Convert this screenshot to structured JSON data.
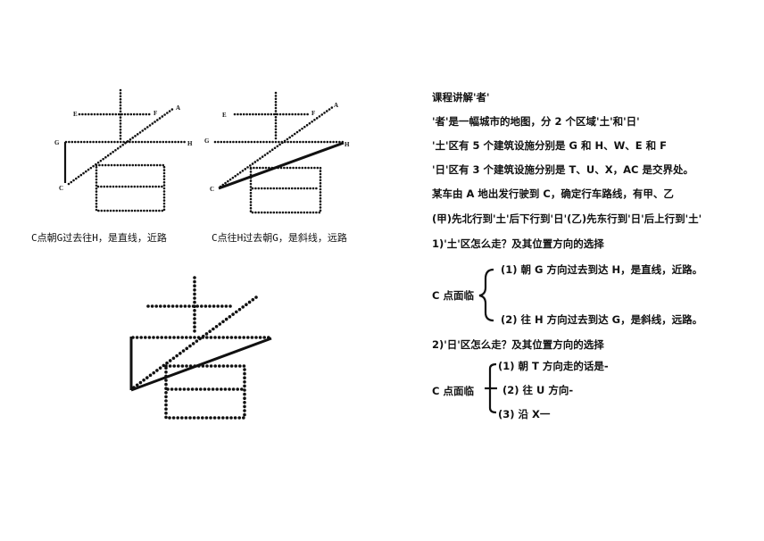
{
  "diagrams": [
    {
      "id": "diagram-1",
      "caption": "C点朝G过去往H，是直线，近路",
      "labels": {
        "E": "E",
        "F": "F",
        "A": "A",
        "G": "G",
        "H": "H",
        "C": "C"
      },
      "route": "C-G-H (solid vertical C to G)"
    },
    {
      "id": "diagram-2",
      "caption": "C点往H过去朝G，是斜线，远路",
      "labels": {
        "E": "E",
        "F": "F",
        "A": "A",
        "G": "G",
        "H": "H",
        "C": "C"
      },
      "route": "C-H (solid diagonal)"
    },
    {
      "id": "diagram-3",
      "caption": "",
      "route": "C-G vertical and C-H diagonal (solid)"
    }
  ],
  "notes": {
    "title": "课程讲解'者'",
    "lines": [
      "'者'是一幅城市的地图，分 2 个区域'土'和'日'",
      "'土'区有 5 个建筑设施分别是 G 和 H、W、E 和 F",
      "'日'区有 3 个建筑设施分别是 T、U、X，AC 是交界处。",
      "某车由 A 地出发行驶到 C，确定行车路线，有甲、乙",
      "(甲)先北行到'土'后下行到'日'(乙)先东行到'日'后上行到'土'"
    ],
    "section1": {
      "heading": "1)'土'区怎么走？及其位置方向的选择",
      "subject": "C 点面临",
      "options": [
        "(1) 朝 G 方向过去到达 H，是直线，近路。",
        "(2) 往 H 方向过去到达 G，是斜线，远路。"
      ]
    },
    "section2": {
      "heading": "2)'日'区怎么走？及其位置方向的选择",
      "subject": "C 点面临",
      "options": [
        "(1) 朝 T 方向走的话是-",
        "(2) 往 U 方向-",
        "(3) 沿 X一"
      ]
    }
  },
  "colors": {
    "ink": "#111111",
    "background": "#ffffff"
  }
}
